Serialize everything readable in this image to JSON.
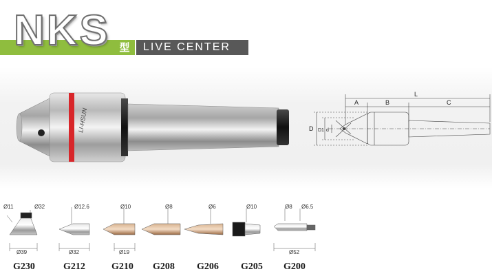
{
  "header": {
    "brand": "NKS",
    "type_char": "型",
    "title": "LIVE CENTER"
  },
  "product_photo": {
    "engraving": "LI-HSUN"
  },
  "drawing": {
    "labels": {
      "L": "L",
      "A": "A",
      "B": "B",
      "C": "C",
      "D": "D",
      "D1": "D1",
      "d": "d"
    }
  },
  "tips": [
    {
      "model": "G230",
      "dims": [
        "Ø11",
        "Ø32"
      ],
      "bottom_dim": "Ø39"
    },
    {
      "model": "G212",
      "dims": [
        "Ø12.6"
      ],
      "bottom_dim": "Ø32"
    },
    {
      "model": "G210",
      "dims": [
        "Ø10"
      ],
      "bottom_dim": "Ø19"
    },
    {
      "model": "G208",
      "dims": [
        "Ø8"
      ],
      "bottom_dim": ""
    },
    {
      "model": "G206",
      "dims": [
        "Ø6"
      ],
      "bottom_dim": ""
    },
    {
      "model": "G205",
      "dims": [
        "Ø10"
      ],
      "bottom_dim": ""
    },
    {
      "model": "G200",
      "dims": [
        "Ø8",
        "Ø6.5"
      ],
      "bottom_dim": "Ø52"
    }
  ],
  "colors": {
    "accent_green": "#8fbd3e",
    "title_gray": "#585858",
    "red_ring": "#d8262a"
  }
}
